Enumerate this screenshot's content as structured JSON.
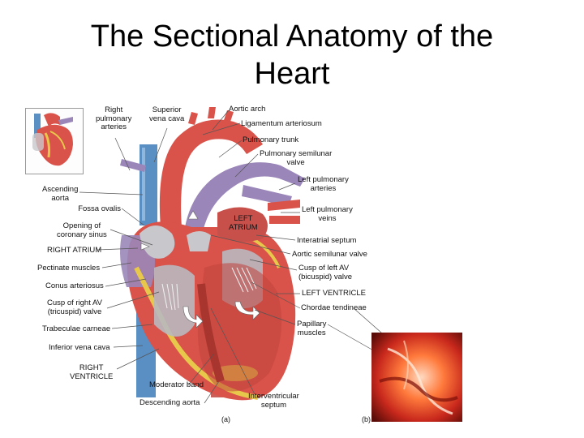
{
  "slide": {
    "title_line1": "The Sectional Anatomy of the",
    "title_line2": "Heart"
  },
  "labels": {
    "right_pulmonary_arteries": [
      "Right",
      "pulmonary",
      "arteries"
    ],
    "superior_vena_cava": [
      "Superior",
      "vena cava"
    ],
    "aortic_arch": "Aortic arch",
    "ligamentum_arteriosum": "Ligamentum arteriosum",
    "pulmonary_trunk": "Pulmonary trunk",
    "pulmonary_semilunar_valve": [
      "Pulmonary semilunar",
      "valve"
    ],
    "left_pulmonary_arteries": [
      "Left pulmonary",
      "arteries"
    ],
    "left_pulmonary_veins": [
      "Left pulmonary",
      "veins"
    ],
    "left_atrium": [
      "LEFT",
      "ATRIUM"
    ],
    "interatrial_septum": "Interatrial septum",
    "aortic_semilunar_valve": "Aortic semilunar valve",
    "cusp_left_av": [
      "Cusp of left AV",
      "(bicuspid) valve"
    ],
    "left_ventricle": "LEFT VENTRICLE",
    "chordae_tendineae": "Chordae tendineae",
    "papillary_muscles": [
      "Papillary",
      "muscles"
    ],
    "ascending_aorta": [
      "Ascending",
      "aorta"
    ],
    "fossa_ovalis": "Fossa ovalis",
    "opening_coronary_sinus": [
      "Opening of",
      "coronary sinus"
    ],
    "right_atrium": "RIGHT ATRIUM",
    "pectinate_muscles": "Pectinate muscles",
    "conus_arteriosus": "Conus arteriosus",
    "cusp_right_av": [
      "Cusp of right AV",
      "(tricuspid) valve"
    ],
    "trabeculae_carneae": "Trabeculae carneae",
    "inferior_vena_cava": "Inferior vena cava",
    "right_ventricle": [
      "RIGHT",
      "VENTRICLE"
    ],
    "moderator_band": "Moderator band",
    "descending_aorta": "Descending aorta",
    "interventricular_septum": [
      "Interventricular",
      "septum"
    ],
    "panel_a": "(a)",
    "panel_b": "(b)"
  },
  "colors": {
    "myocardium": "#d9534a",
    "myocardium_dark": "#b83a32",
    "vein_blue": "#5a8fc4",
    "artery_purple": "#9a86b8",
    "fat_yellow": "#e8c84a",
    "chamber_grey": "#c8c8cc"
  }
}
